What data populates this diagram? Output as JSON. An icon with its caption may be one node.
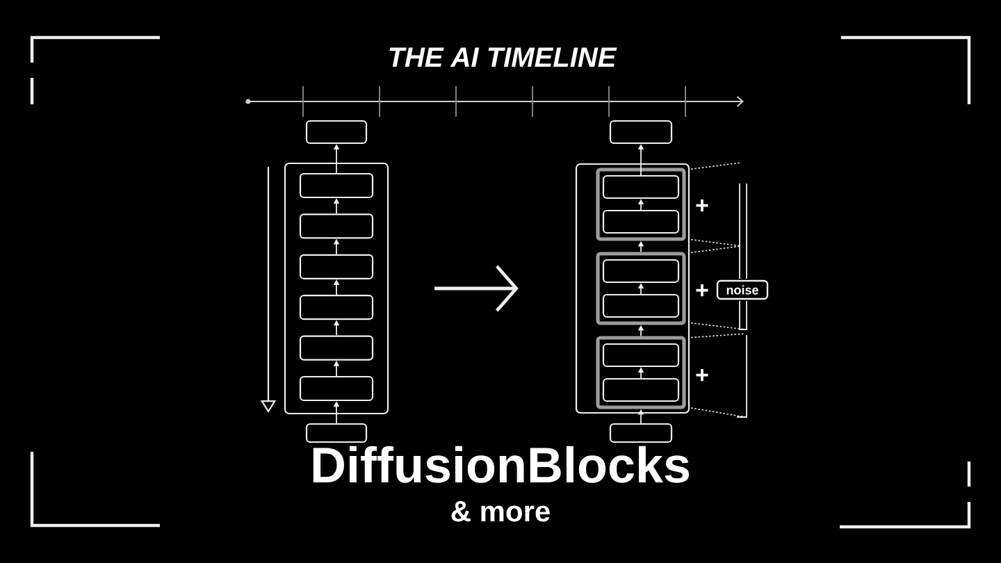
{
  "diagram": {
    "title": "THE AI TIMELINE",
    "nodes": [
      {
        "text": [],
        "shape": "box"
      },
      {
        "text": [],
        "shape": "box"
      },
      {
        "text": [],
        "shape": "box",
        "in": 1
      },
      {
        "text": [],
        "shape": "box",
        "in": 1
      },
      {
        "text": [],
        "shape": "box",
        "in": 1
      },
      {
        "text": [],
        "shape": "box",
        "in": 1
      },
      {
        "text": [],
        "shape": "box",
        "in": 1
      },
      {
        "text": [],
        "shape": "box",
        "in": 1
      },
      {
        "text": [],
        "shape": "box"
      },
      {
        "text": [],
        "shape": "box"
      },
      {
        "text": [],
        "shape": "box"
      },
      {
        "text": [],
        "shape": "box",
        "in": 10
      },
      {
        "text": [],
        "shape": "box",
        "in": 11
      },
      {
        "text": [],
        "shape": "box",
        "in": 11
      },
      {
        "text": [],
        "shape": "box",
        "in": 10
      },
      {
        "text": [],
        "shape": "box",
        "in": 14
      },
      {
        "text": [],
        "shape": "box",
        "in": 14
      },
      {
        "text": [],
        "shape": "box",
        "in": 10
      },
      {
        "text": [],
        "shape": "box",
        "in": 17
      },
      {
        "text": [],
        "shape": "box",
        "in": 17
      },
      {
        "text": [],
        "shape": "box"
      },
      {
        "text": [
          "noise"
        ]
      }
    ],
    "edges": [
      {
        "from": 8,
        "to": 7,
        "arrow": "to"
      },
      {
        "from": 7,
        "to": 6,
        "arrow": "to"
      },
      {
        "from": 6,
        "to": 5,
        "arrow": "to"
      },
      {
        "from": 5,
        "to": 4,
        "arrow": "to"
      },
      {
        "from": 4,
        "to": 3,
        "arrow": "to"
      },
      {
        "from": 3,
        "to": 2,
        "arrow": "to"
      },
      {
        "from": 2,
        "to": 0,
        "arrow": "to"
      },
      {
        "from": 1,
        "to": 10,
        "arrow": "to",
        "style": "thick"
      },
      {
        "from": 20,
        "to": 17,
        "arrow": "to"
      },
      {
        "from": 19,
        "to": 18,
        "arrow": "to"
      },
      {
        "from": 17,
        "to": 14,
        "arrow": "to"
      },
      {
        "from": 16,
        "to": 15,
        "arrow": "to"
      },
      {
        "from": 14,
        "to": 11,
        "arrow": "to"
      },
      {
        "from": 13,
        "to": 12,
        "arrow": "to"
      },
      {
        "from": 12,
        "to": 9,
        "arrow": "to"
      }
    ],
    "labels": [
      "+",
      "+",
      "+",
      "DiffusionBlocks",
      "& more"
    ]
  }
}
